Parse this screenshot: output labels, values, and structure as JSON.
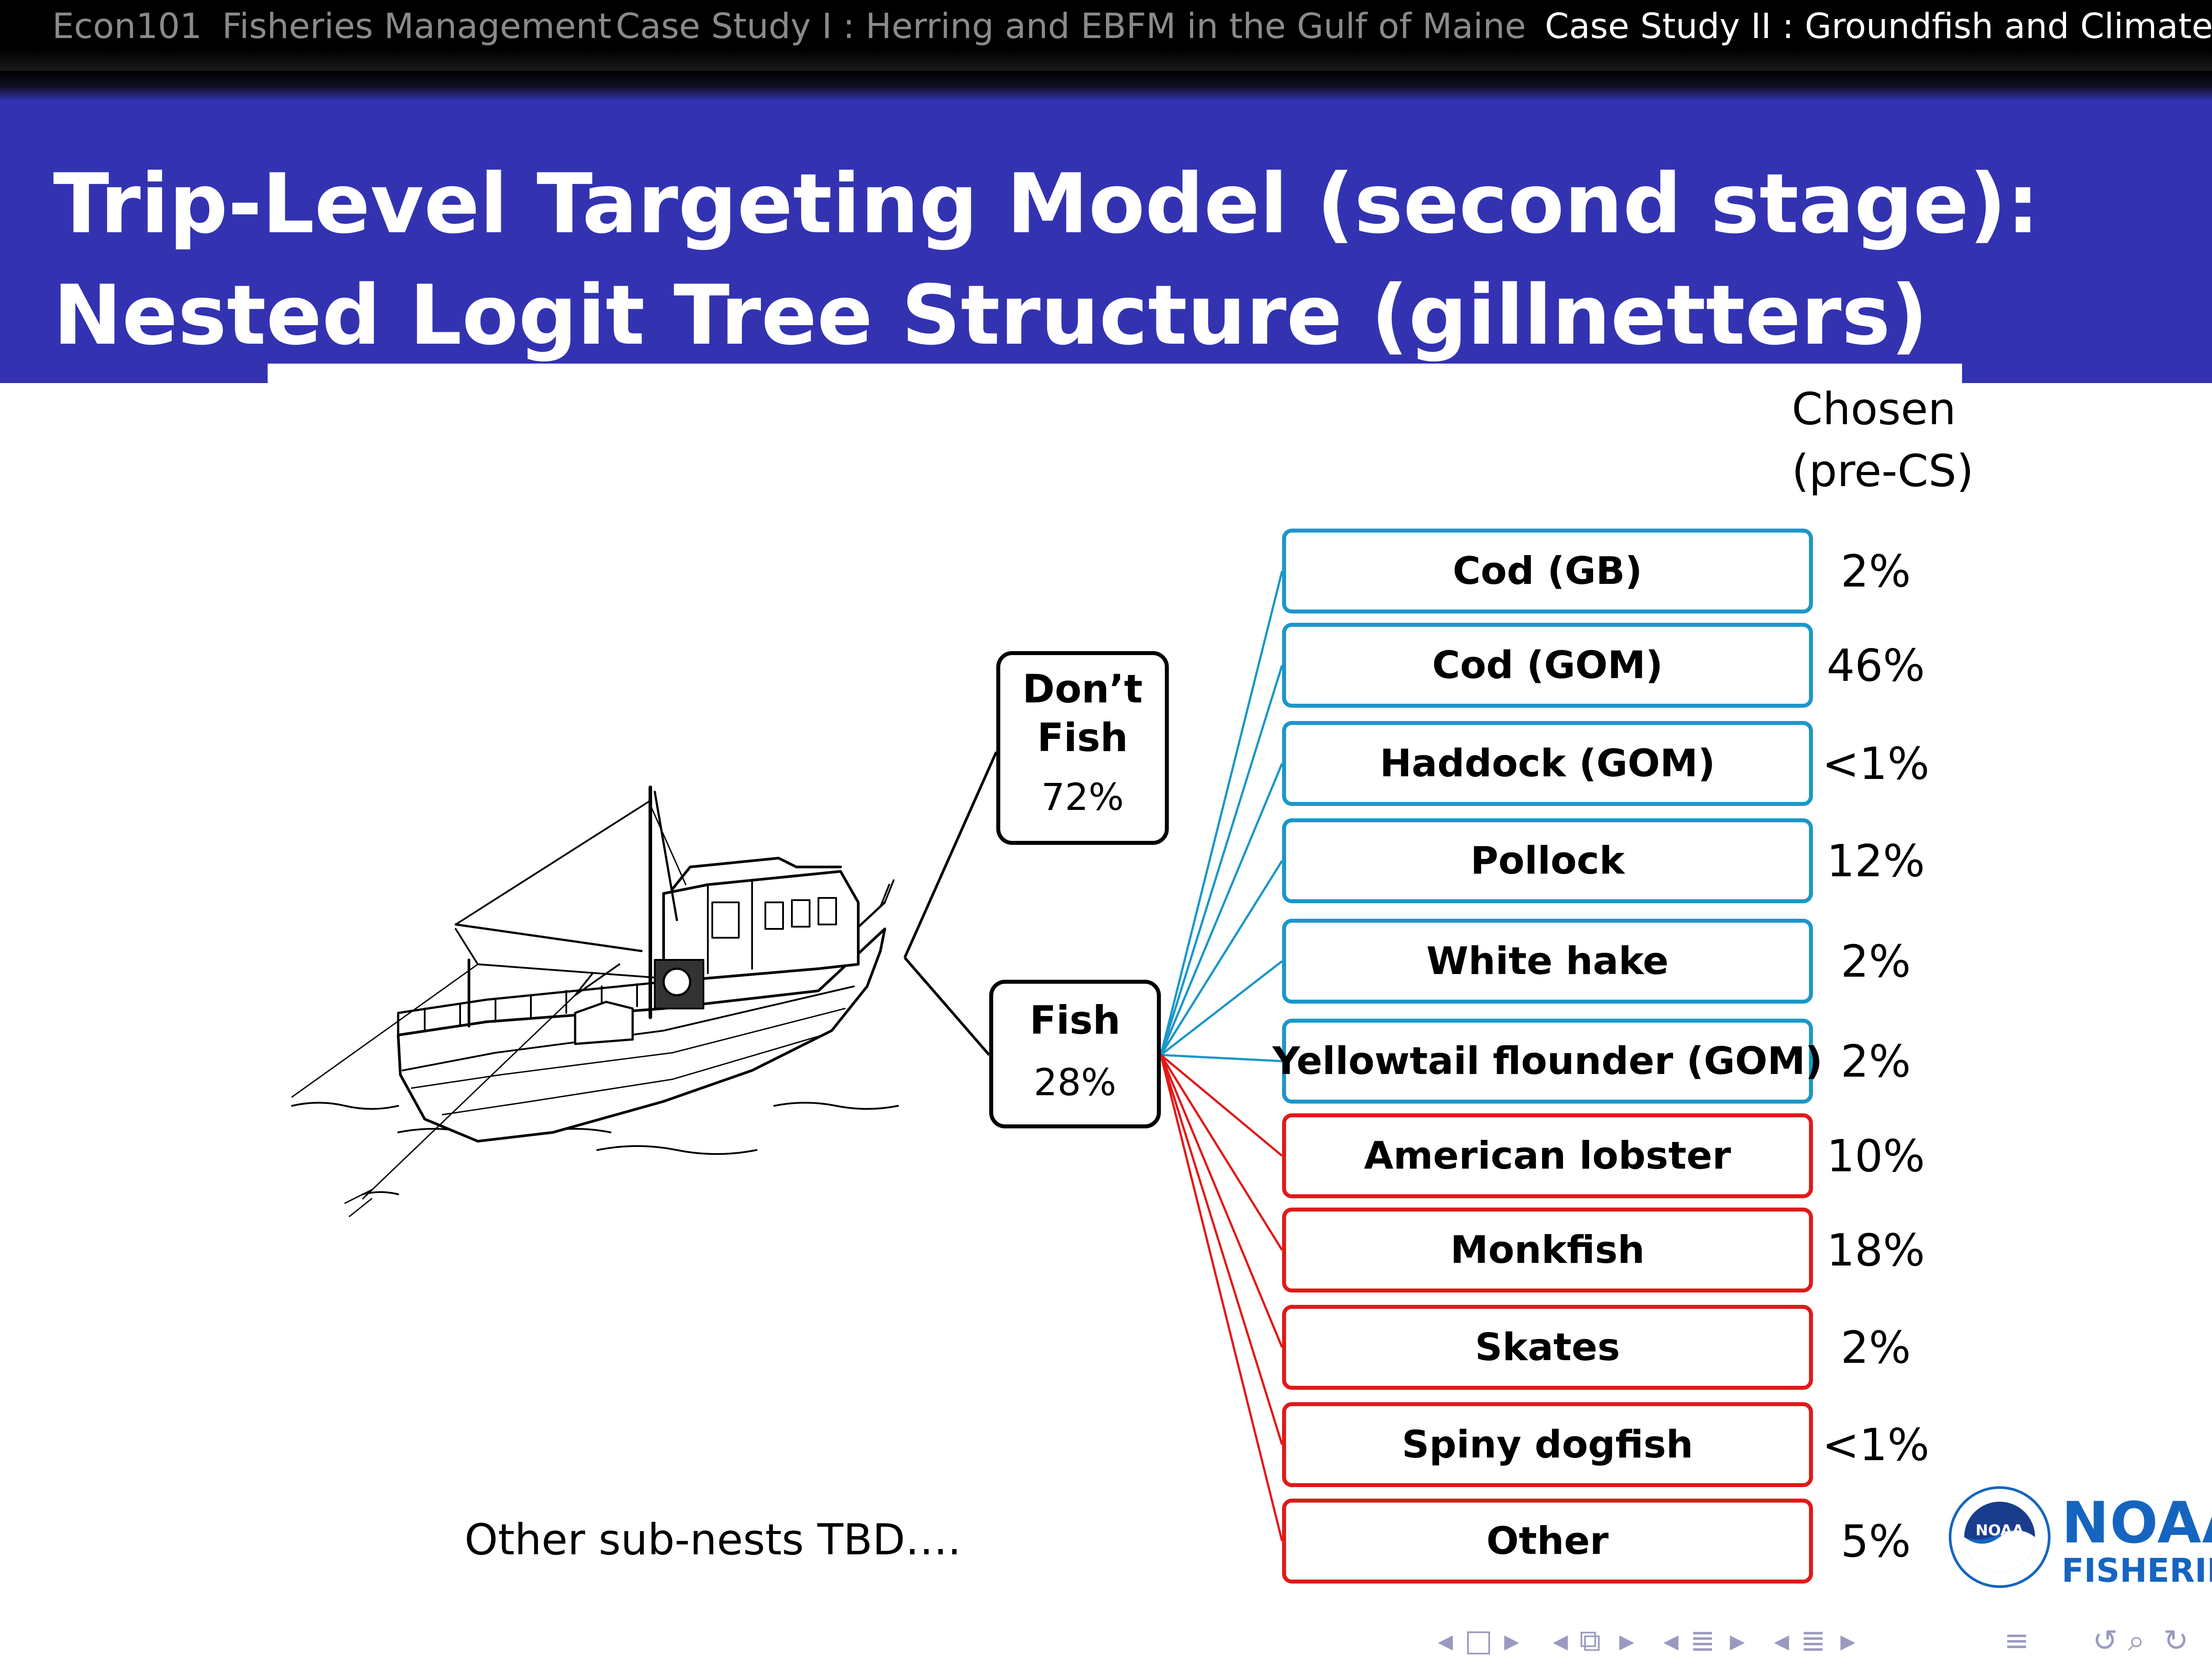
{
  "nav": {
    "items": [
      {
        "label": "Econ101",
        "active": false
      },
      {
        "label": "Fisheries Management",
        "active": false
      },
      {
        "label": "Case Study I : Herring and EBFM in the Gulf of Maine",
        "active": false
      },
      {
        "label": "Case Study II : Groundfish and Climate Cl",
        "active": true
      }
    ]
  },
  "slide": {
    "title_line1": "Trip-Level Targeting Model (second stage):",
    "title_line2": "Nested Logit Tree Structure (gillnetters)"
  },
  "tree": {
    "dont_fish": {
      "label_line1": "Don’t",
      "label_line2": "Fish",
      "share": "72%"
    },
    "fish": {
      "label": "Fish",
      "share": "28%"
    },
    "chosen_header_line1": "Chosen",
    "chosen_header_line2": "(pre-CS)",
    "species": [
      {
        "name": "Cod (GB)",
        "share": "2%",
        "group": "blue"
      },
      {
        "name": "Cod (GOM)",
        "share": "46%",
        "group": "blue"
      },
      {
        "name": "Haddock (GOM)",
        "share": "<1%",
        "group": "blue"
      },
      {
        "name": "Pollock",
        "share": "12%",
        "group": "blue"
      },
      {
        "name": "White hake",
        "share": "2%",
        "group": "blue"
      },
      {
        "name": "Yellowtail flounder (GOM)",
        "share": "2%",
        "group": "blue"
      },
      {
        "name": "American lobster",
        "share": "10%",
        "group": "red"
      },
      {
        "name": "Monkfish",
        "share": "18%",
        "group": "red"
      },
      {
        "name": "Skates",
        "share": "2%",
        "group": "red"
      },
      {
        "name": "Spiny dogfish",
        "share": "<1%",
        "group": "red"
      },
      {
        "name": "Other",
        "share": "5%",
        "group": "red"
      }
    ],
    "note": "Other sub-nests TBD…."
  },
  "logo": {
    "seal_text": "NOAA",
    "line1": "NOAA",
    "line2": "FISHERIES"
  },
  "colors": {
    "nav_bg": "#000000",
    "title_bar": "#3333b2",
    "blue_nest": "#1b97c9",
    "red_nest": "#e01a1a",
    "logo_blue": "#1565c0"
  },
  "beamer_nav_icons": [
    "frame-prev",
    "frame",
    "frame-next",
    "subsection-prev",
    "subsection",
    "subsection-next",
    "section-prev",
    "section",
    "section-next",
    "subsubsection-prev",
    "subsubsection",
    "subsubsection-next",
    "align",
    "back",
    "forward",
    "search"
  ]
}
